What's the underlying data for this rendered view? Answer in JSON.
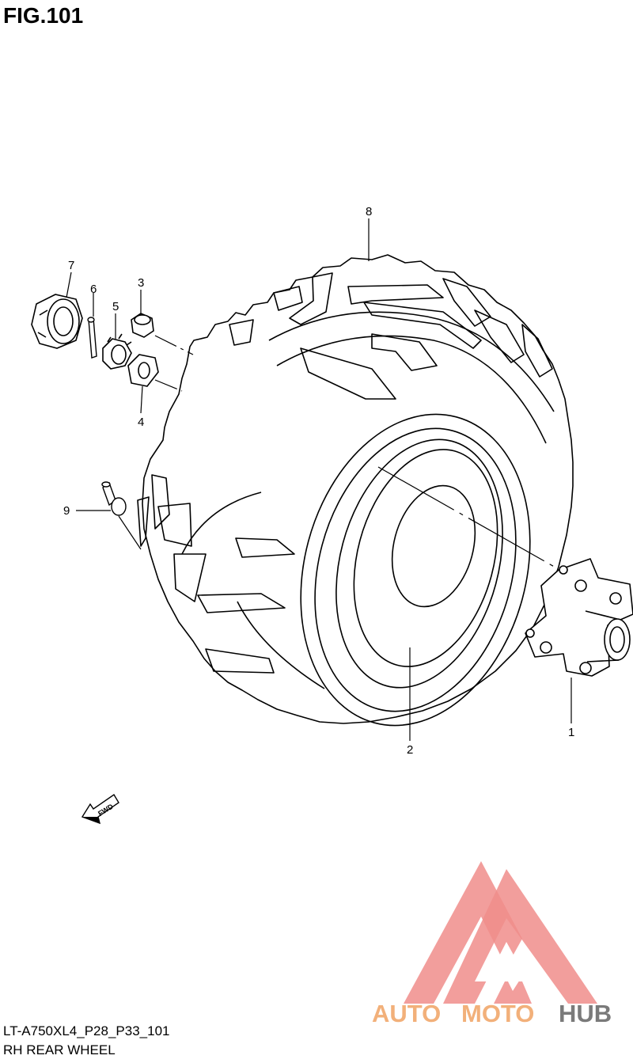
{
  "figure": {
    "title": "FIG.101",
    "code": "LT-A750XL4_P28_P33_101",
    "subtitle": "RH REAR WHEEL"
  },
  "callouts": [
    {
      "id": "1",
      "label": "1"
    },
    {
      "id": "2",
      "label": "2"
    },
    {
      "id": "3",
      "label": "3"
    },
    {
      "id": "4",
      "label": "4"
    },
    {
      "id": "5",
      "label": "5"
    },
    {
      "id": "6",
      "label": "6"
    },
    {
      "id": "7",
      "label": "7"
    },
    {
      "id": "8",
      "label": "8"
    },
    {
      "id": "9",
      "label": "9"
    }
  ],
  "fwd_arrow": {
    "label": "FWD"
  },
  "watermark": {
    "text_auto": "AUTO",
    "text_moto": "MOTO",
    "text_hub": "HUB",
    "color_auto": "#f2b07a",
    "color_moto": "#f2b07a",
    "color_hub": "#7a7a7a",
    "logo_color": "#f08d8b"
  }
}
